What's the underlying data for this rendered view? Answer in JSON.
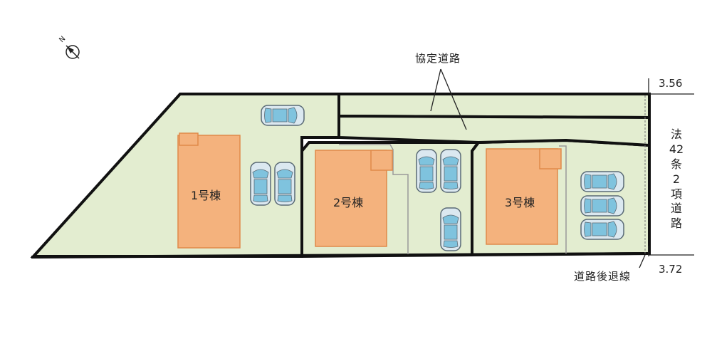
{
  "labels": {
    "agreement_road": "協定道路",
    "setback_line": "道路後退線",
    "width_top": "3.56",
    "width_bottom": "3.72",
    "road_type_chars": [
      "法",
      "42",
      "条",
      "2",
      "項"
    ],
    "road_word_chars": [
      "道",
      "路"
    ]
  },
  "buildings": [
    {
      "label": "1号棟"
    },
    {
      "label": "2号棟"
    },
    {
      "label": "3号棟"
    }
  ],
  "compass": {
    "letter": "N"
  },
  "colors": {
    "lot_fill": "#e3edd0",
    "building_fill": "#f4b27d",
    "building_stroke": "#e08a4a",
    "boundary": "#111111",
    "car_body": "#dbe8f0",
    "car_glass": "#7fc3de"
  }
}
